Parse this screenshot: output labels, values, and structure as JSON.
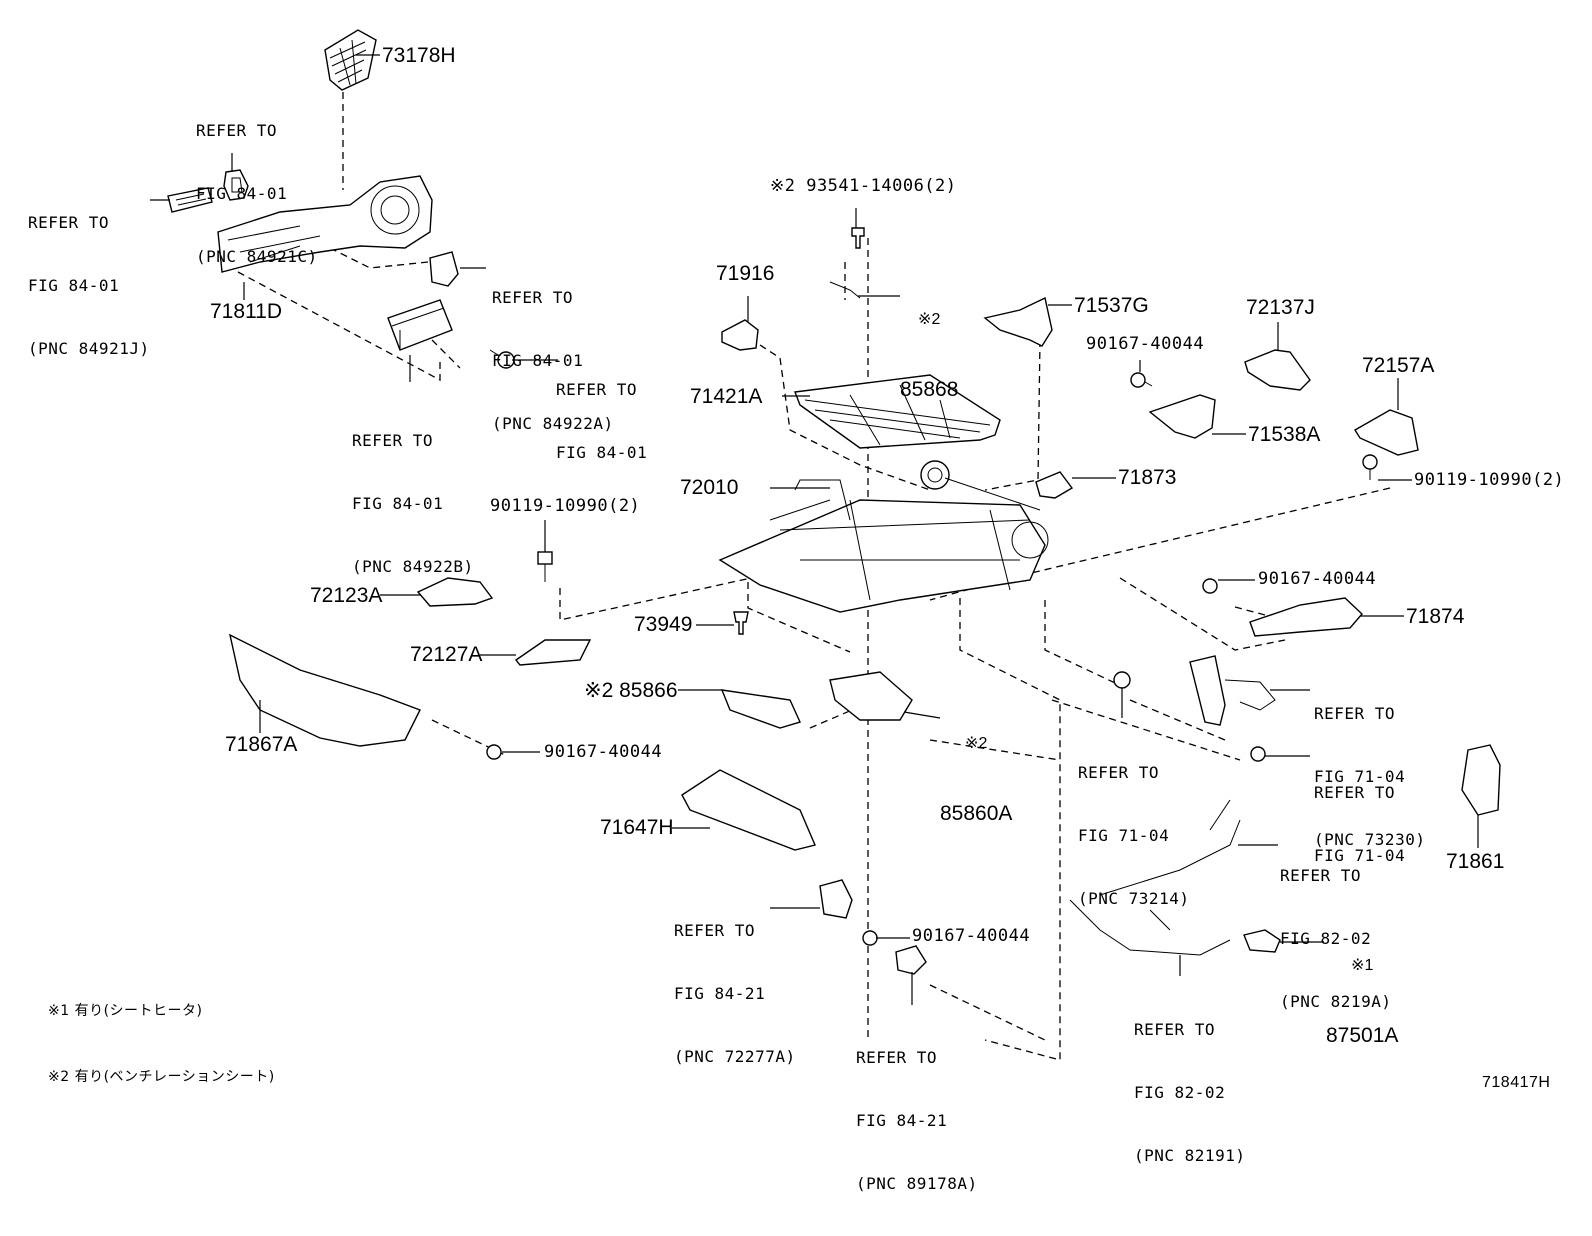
{
  "callouts": {
    "p73178H": "73178H",
    "refer_84921C": [
      "REFER TO",
      "FIG 84-01",
      "(PNC 84921C)"
    ],
    "refer_84921J": [
      "REFER TO",
      "FIG 84-01",
      "(PNC 84921J)"
    ],
    "p71811D": "71811D",
    "refer_84922A": [
      "REFER TO",
      "FIG 84-01",
      "(PNC 84922A)"
    ],
    "refer_84_01": [
      "REFER TO",
      "FIG 84-01"
    ],
    "refer_84922B": [
      "REFER TO",
      "FIG 84-01",
      "(PNC 84922B)"
    ],
    "screw_93541": "※2 93541-14006(2)",
    "p71916": "71916",
    "p85868": [
      "※2",
      "85868"
    ],
    "p71537G": "71537G",
    "p72137J": "72137J",
    "bolt_90167_a": "90167-40044",
    "p72157A": "72157A",
    "p71421A": "71421A",
    "p71538A": "71538A",
    "p72010": "72010",
    "p71873": "71873",
    "bolt_90119_right": "90119-10990(2)",
    "bolt_90119_left": "90119-10990(2)",
    "bolt_90167_b": "90167-40044",
    "p72123A": "72123A",
    "p71874": "71874",
    "p73949": "73949",
    "p72127A": "72127A",
    "refer_73230": [
      "REFER TO",
      "FIG 71-04",
      "(PNC 73230)"
    ],
    "p85866": "※2 85866",
    "p85860A": [
      "※2",
      "85860A"
    ],
    "refer_73214": [
      "REFER TO",
      "FIG 71-04",
      "(PNC 73214)"
    ],
    "refer_71_04": [
      "REFER TO",
      "FIG 71-04"
    ],
    "p71867A": "71867A",
    "bolt_90167_c": "90167-40044",
    "refer_8219A": [
      "REFER TO",
      "FIG 82-02",
      "(PNC 8219A)"
    ],
    "p71647H": "71647H",
    "p71861": "71861",
    "refer_72277A": [
      "REFER TO",
      "FIG 84-21",
      "(PNC 72277A)"
    ],
    "p87501A": [
      "※1",
      "87501A"
    ],
    "bolt_90167_d": "90167-40044",
    "refer_89178A": [
      "REFER TO",
      "FIG 84-21",
      "(PNC 89178A)"
    ],
    "refer_82191": [
      "REFER TO",
      "FIG 82-02",
      "(PNC 82191)"
    ]
  },
  "notes": {
    "note1": "※1 有り(シートヒータ)",
    "note2": "※2 有り(ベンチレーションシート)"
  },
  "figure_id": "718417H"
}
